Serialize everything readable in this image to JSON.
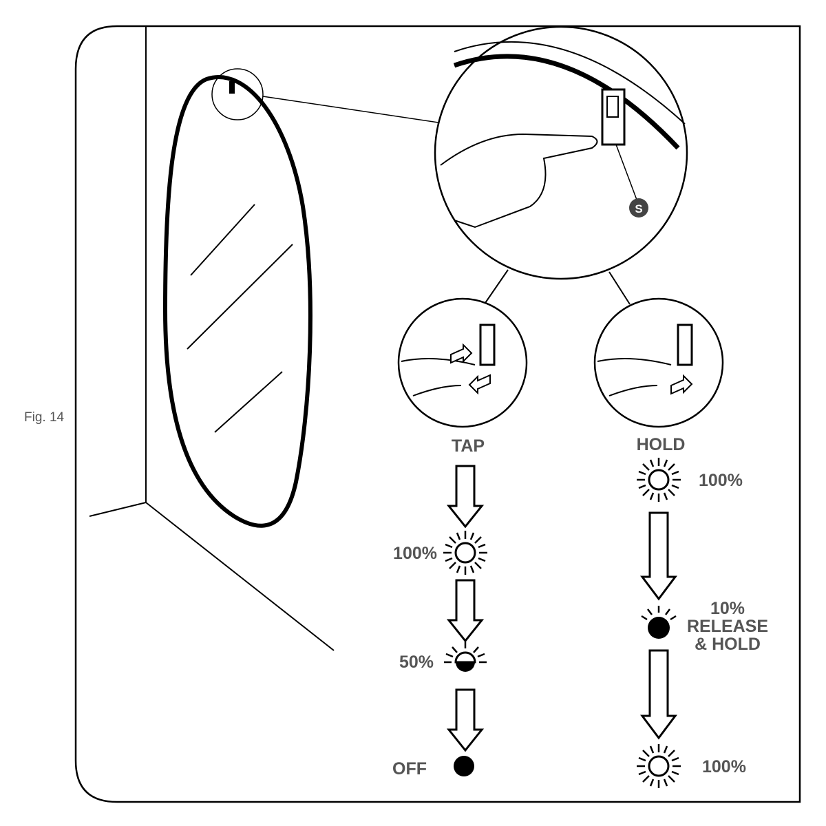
{
  "figure_label": "Fig. 14",
  "callout_marker": "S",
  "tap": {
    "title": "TAP",
    "steps": [
      {
        "label": "100%",
        "icon": "sun-full-icon"
      },
      {
        "label": "50%",
        "icon": "sun-half-icon"
      },
      {
        "label": "OFF",
        "icon": "light-off-icon"
      }
    ]
  },
  "hold": {
    "title": "HOLD",
    "start_label": "100%",
    "mid_label_1": "10%",
    "mid_label_2": "RELEASE",
    "mid_label_3": "& HOLD",
    "end_label": "100%"
  }
}
